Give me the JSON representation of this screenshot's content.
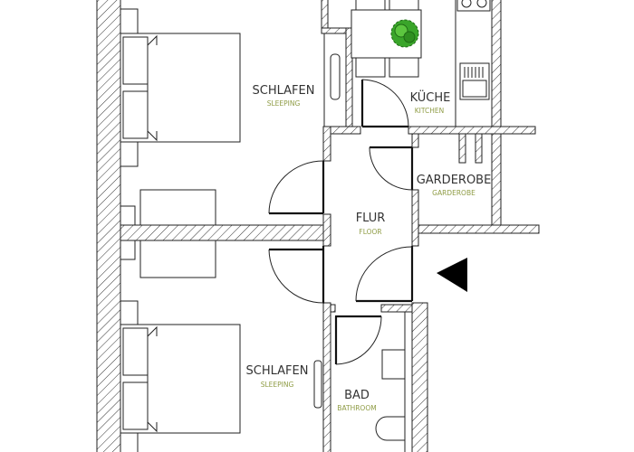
{
  "rooms": {
    "bedroom_top": {
      "label": "SCHLAFEN",
      "sublabel": "SLEEPING"
    },
    "kitchen": {
      "label": "KÜCHE",
      "sublabel": "KITCHEN"
    },
    "wardrobe": {
      "label": "GARDEROBE",
      "sublabel": "GARDEROBE"
    },
    "hallway": {
      "label": "FLUR",
      "sublabel": "FLOOR"
    },
    "bedroom_bottom": {
      "label": "SCHLAFEN",
      "sublabel": "SLEEPING"
    },
    "bathroom": {
      "label": "BAD",
      "sublabel": "BATHROOM"
    }
  },
  "colors": {
    "label": "#333333",
    "sublabel": "#8f9c45",
    "plant": "#3aa52a",
    "wall_line": "#222222"
  },
  "icons": {
    "entrance": "entrance-arrow-icon",
    "plant": "plant-icon"
  }
}
